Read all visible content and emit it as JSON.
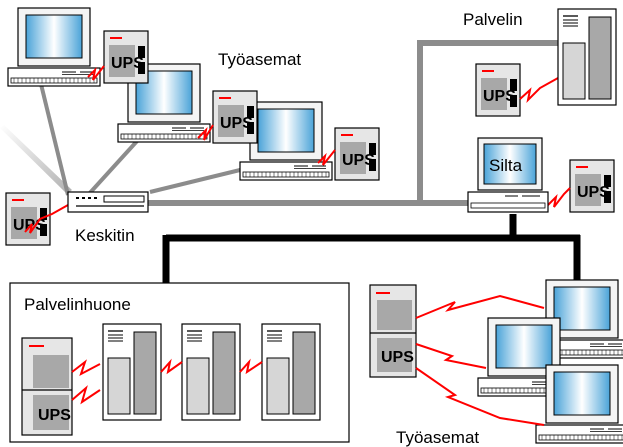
{
  "labels": {
    "workstations_top": "Työasemat",
    "server": "Palvelin",
    "hub": "Keskitin",
    "bridge": "Silta",
    "server_room": "Palvelinhuone",
    "workstations_bottom": "Työasemat"
  },
  "ups_label": "UPS",
  "colors": {
    "screen_gradient_edge": "#4aa3d8",
    "screen_gradient_center": "#ffffff",
    "ups_body": "#e6e6e6",
    "ups_badge": "#a8a8a8",
    "power_line": "#ff0000",
    "network_gray": "#8c8c8c",
    "backbone_black": "#000000"
  },
  "icons": [
    "workstation-icon",
    "ups-icon",
    "server-icon",
    "hub-icon",
    "bridge-icon"
  ]
}
